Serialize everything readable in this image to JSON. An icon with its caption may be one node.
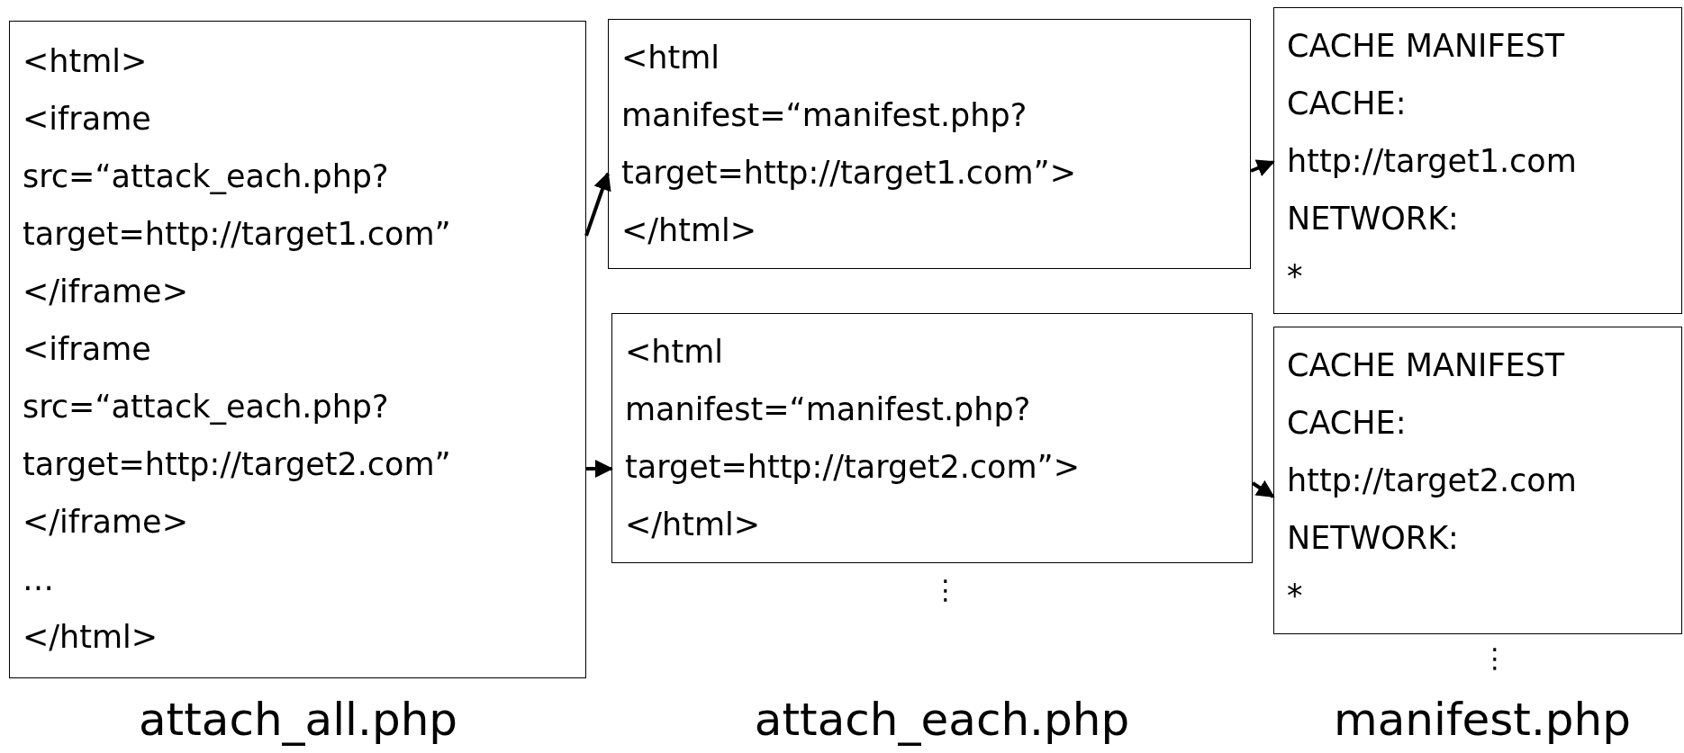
{
  "diagram": {
    "nodes": [
      {
        "text": [
          "<html>",
          "<iframe",
          "src=“attack_each.php?",
          "target=http://target1.com”",
          "</iframe>",
          "<iframe",
          "src=“attack_each.php?",
          "target=http://target2.com”",
          "</iframe>",
          "…",
          "</html>"
        ],
        "beside": [
          "attach_all.php"
        ]
      },
      {
        "text": [
          "<html",
          "manifest=“manifest.php?",
          "target=http://target1.com”>",
          "</html>"
        ]
      },
      {
        "text": [
          "<html",
          "manifest=“manifest.php?",
          "target=http://target2.com”>",
          "</html>"
        ],
        "beside": [
          "attach_each.php"
        ]
      },
      {
        "text": [
          "CACHE MANIFEST",
          "CACHE:",
          "http://target1.com",
          "NETWORK:",
          "*"
        ]
      },
      {
        "text": [
          "CACHE MANIFEST",
          "CACHE:",
          "http://target2.com",
          "NETWORK:",
          "*"
        ],
        "beside": [
          "manifest.php"
        ]
      }
    ],
    "edges": [
      {
        "from": 0,
        "to": 1,
        "arrow": "to"
      },
      {
        "from": 0,
        "to": 2,
        "arrow": "to"
      },
      {
        "from": 1,
        "to": 3,
        "arrow": "to"
      },
      {
        "from": 2,
        "to": 4,
        "arrow": "to"
      }
    ],
    "labels": [
      "⋮",
      "⋮"
    ]
  }
}
